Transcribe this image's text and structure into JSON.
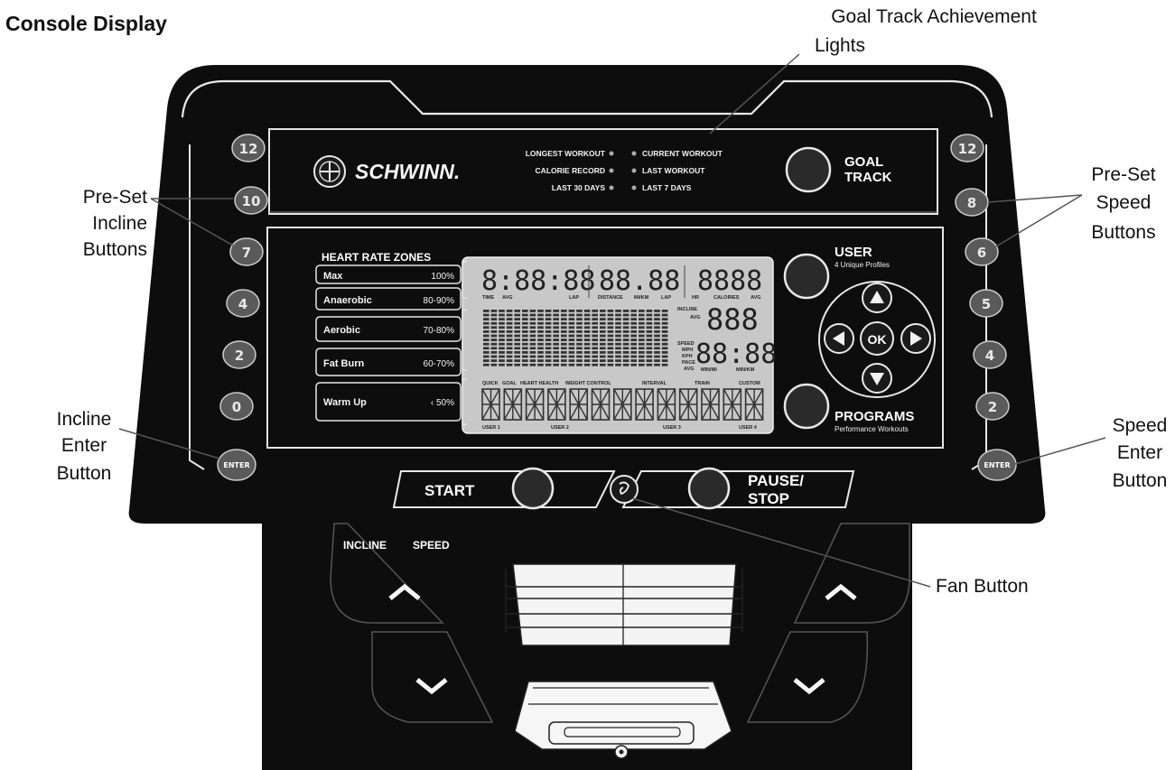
{
  "page_title": "Console Display",
  "callouts": {
    "goal_track_lights": [
      "Goal Track Achievement",
      "Lights"
    ],
    "preset_incline": [
      "Pre-Set",
      "Incline",
      "Buttons"
    ],
    "preset_speed": [
      "Pre-Set",
      "Speed",
      "Buttons"
    ],
    "incline_enter": [
      "Incline",
      "Enter",
      "Button"
    ],
    "speed_enter": [
      "Speed",
      "Enter",
      "Button"
    ],
    "fan_button": "Fan Button"
  },
  "brand": "SCHWINN.",
  "goal_lights": {
    "left": [
      "LONGEST WORKOUT",
      "CALORIE RECORD",
      "LAST 30 DAYS"
    ],
    "right": [
      "CURRENT WORKOUT",
      "LAST WORKOUT",
      "LAST 7 DAYS"
    ]
  },
  "goal_track": [
    "GOAL",
    "TRACK"
  ],
  "heart_rate_zones": {
    "title": "HEART RATE ZONES",
    "zones": [
      {
        "name": "Max",
        "range": "100%"
      },
      {
        "name": "Anaerobic",
        "range": "80-90%"
      },
      {
        "name": "Aerobic",
        "range": "70-80%"
      },
      {
        "name": "Fat Burn",
        "range": "60-70%"
      },
      {
        "name": "Warm Up",
        "range": "‹ 50%"
      }
    ]
  },
  "lcd": {
    "time": "8:88:88",
    "distance": "88.88",
    "calories": "8888",
    "incline": "888",
    "speed": "88:88",
    "top_labels": [
      "TIME",
      "AVG",
      "LAP",
      "DISTANCE",
      "MI/KM",
      "LAP",
      "HR",
      "CALORIES",
      "AVG"
    ],
    "incline_labels": [
      "INCLINE",
      "AVG"
    ],
    "speed_labels": [
      "SPEED",
      "MPH",
      "KPH",
      "PACE",
      "AVG",
      "MIN/MI",
      "MIN/KM"
    ],
    "program_labels": [
      "QUICK",
      "GOAL",
      "HEART HEALTH",
      "WEIGHT CONTROL",
      "INTERVAL",
      "TRAIN",
      "CUSTOM"
    ],
    "users": [
      "USER 1",
      "USER 2",
      "USER 3",
      "USER 4"
    ]
  },
  "user": {
    "label": "USER",
    "sub": "4 Unique Profiles"
  },
  "programs": {
    "label": "PROGRAMS",
    "sub": "Performance Workouts"
  },
  "nav": {
    "ok": "OK"
  },
  "incline_buttons": [
    "12",
    "10",
    "7",
    "4",
    "2",
    "0"
  ],
  "speed_buttons": [
    "12",
    "8",
    "6",
    "5",
    "4",
    "2"
  ],
  "enter_label_left": "ENTER",
  "enter_label_right": "ENTER",
  "start": "START",
  "pause_stop": [
    "PAUSE/",
    "STOP"
  ],
  "lower": {
    "incline": "INCLINE",
    "speed": "SPEED"
  }
}
